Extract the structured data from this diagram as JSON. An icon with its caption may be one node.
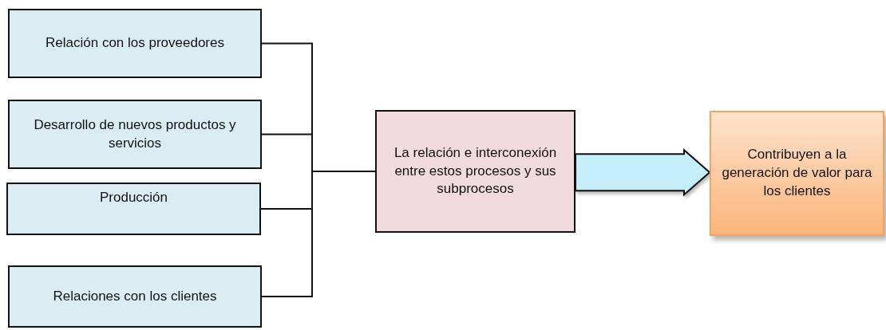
{
  "diagram": {
    "nodes": [
      {
        "text": [
          "Relación con los proveedores"
        ]
      },
      {
        "text": [
          "Desarrollo de nuevos productos y servicios"
        ]
      },
      {
        "text": [
          "Producción"
        ]
      },
      {
        "text": [
          "Relaciones con los clientes"
        ]
      },
      {
        "text": [
          "La relación e interconexión entre estos procesos y sus subprocesos"
        ]
      },
      {
        "text": [
          "Contribuyen a la generación de valor para los clientes"
        ]
      }
    ],
    "edges": [
      {
        "from": 0,
        "to": 4,
        "arrow": "none"
      },
      {
        "from": 1,
        "to": 4,
        "arrow": "none"
      },
      {
        "from": 2,
        "to": 4,
        "arrow": "none"
      },
      {
        "from": 3,
        "to": 4,
        "arrow": "none"
      },
      {
        "from": 4,
        "to": 5,
        "arrow": "to",
        "style": "thick",
        "color": "#c4eefa"
      }
    ]
  }
}
